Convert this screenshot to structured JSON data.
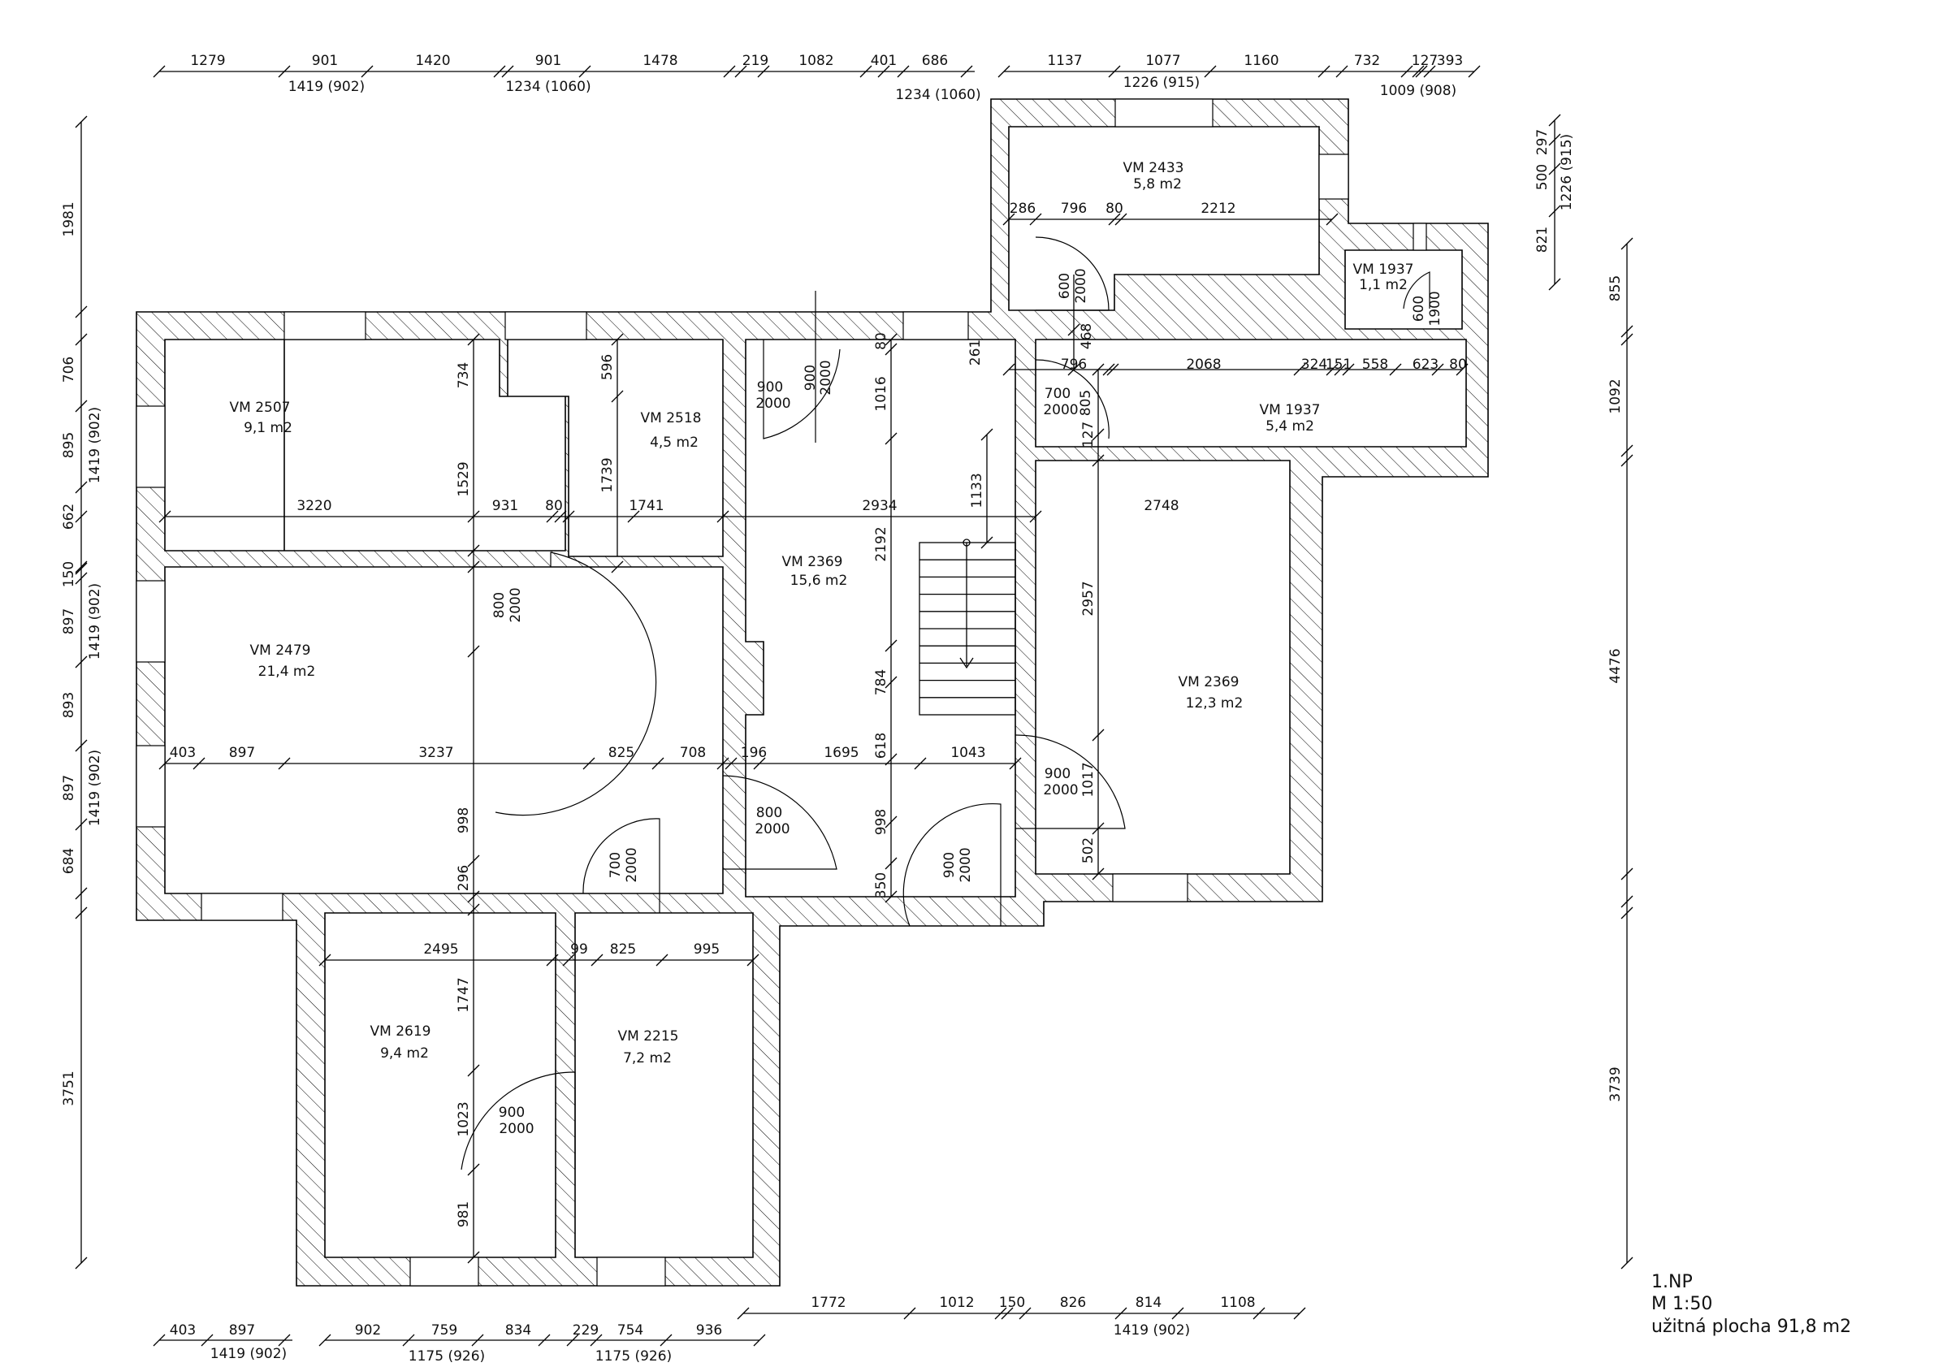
{
  "rooms": [
    {
      "name": "VM 2433",
      "area": "5,8 m2"
    },
    {
      "name": "VM 1937",
      "area": "1,1 m2"
    },
    {
      "name": "VM 2507",
      "area": "9,1 m2"
    },
    {
      "name": "VM 2518",
      "area": "4,5 m2"
    },
    {
      "name": "VM 1937",
      "area": "5,4 m2"
    },
    {
      "name": "VM 2369",
      "area": "15,6 m2"
    },
    {
      "name": "VM 2479",
      "area": "21,4 m2"
    },
    {
      "name": "VM 2369",
      "area": "12,3 m2"
    },
    {
      "name": "VM 2619",
      "area": "9,4 m2"
    },
    {
      "name": "VM 2215",
      "area": "7,2 m2"
    }
  ],
  "dims": {
    "top": [
      "1279",
      "901",
      "1420",
      "901",
      "1478",
      "219",
      "1082",
      "401",
      "686",
      "1137",
      "1077",
      "1160",
      "732",
      "127",
      "393"
    ],
    "top_windows": [
      "1419 (902)",
      "1234 (1060)",
      "1234 (1060)",
      "1226 (915)",
      "1009 (908)"
    ],
    "left": [
      "1981",
      "706",
      "895",
      "662",
      "150",
      "897",
      "893",
      "897",
      "684",
      "3751"
    ],
    "left_windows": [
      "1419 (902)",
      "1419 (902)",
      "1419 (902)"
    ],
    "right_top": [
      "297",
      "500",
      "821",
      "1226 (915)"
    ],
    "right": [
      "855",
      "1092",
      "4476",
      "3739"
    ],
    "bottom_left": [
      "403",
      "897",
      "902",
      "759",
      "834",
      "229",
      "754",
      "936"
    ],
    "bottom_left_windows": [
      "1419 (902)",
      "1175 (926)",
      "1175 (926)"
    ],
    "bottom_right": [
      "1772",
      "1012",
      "150",
      "826",
      "814",
      "1108"
    ],
    "bottom_right_windows": [
      "1419 (902)"
    ],
    "inner_h": [
      "286",
      "796",
      "80",
      "2212",
      "796",
      "2068",
      "324",
      "151",
      "558",
      "623",
      "80",
      "3220",
      "931",
      "80",
      "1741",
      "2934",
      "2748",
      "403",
      "897",
      "3237",
      "825",
      "708",
      "196",
      "1695",
      "1043",
      "2495",
      "99",
      "825",
      "995"
    ],
    "inner_v": [
      "734",
      "1529",
      "596",
      "1739",
      "1016",
      "2192",
      "784",
      "618",
      "998",
      "350",
      "1133",
      "261",
      "468",
      "127",
      "2957",
      "1017",
      "502",
      "998",
      "296",
      "1747",
      "1023",
      "981",
      "80"
    ],
    "doors": [
      "900",
      "2000",
      "900",
      "2000",
      "600",
      "2000",
      "600",
      "1900",
      "700",
      "2000",
      "805",
      "800",
      "2000",
      "900",
      "2000",
      "800",
      "2000",
      "700",
      "2000",
      "900",
      "2000",
      "900",
      "2000"
    ]
  },
  "legend": {
    "floor": "1.NP",
    "scale": "M 1:50",
    "usable": "užitná plocha 91,8 m2"
  }
}
